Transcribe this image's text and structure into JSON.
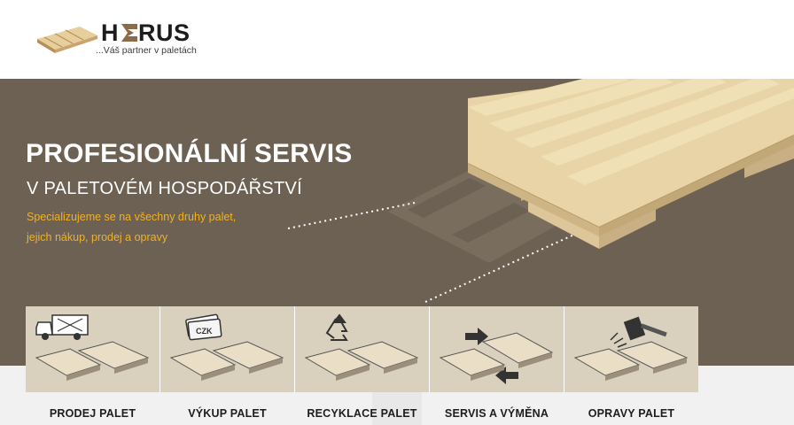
{
  "brand": {
    "name_left": "H",
    "name_right": "RUS",
    "tagline": "...Váš partner v paletách",
    "colors": {
      "dark": "#1d1d1b",
      "accent": "#8a6b4a"
    }
  },
  "hero": {
    "title": "PROFESIONÁLNÍ SERVIS",
    "subtitle": "V PALETOVÉM HOSPODÁŘSTVÍ",
    "description_line1": "Specializujeme se na všechny druhy palet,",
    "description_line2": "jejich nákup, prodej a opravy",
    "colors": {
      "background": "#6c6153",
      "title": "#ffffff",
      "description": "#f2b125",
      "pallet": "#e3cfa4"
    }
  },
  "services": [
    {
      "label": "PRODEJ PALET",
      "icon": "truck-icon"
    },
    {
      "label": "VÝKUP PALET",
      "icon": "money-czk-icon",
      "badge": "CZK"
    },
    {
      "label": "RECYKLACE PALET",
      "icon": "recycle-icon"
    },
    {
      "label": "SERVIS A VÝMĚNA",
      "icon": "exchange-arrows-icon"
    },
    {
      "label": "OPRAVY PALET",
      "icon": "hammer-icon"
    }
  ],
  "colors": {
    "card": "#d9d1be",
    "label": "#1d1d1b",
    "bottom": "#f1f1f1"
  }
}
